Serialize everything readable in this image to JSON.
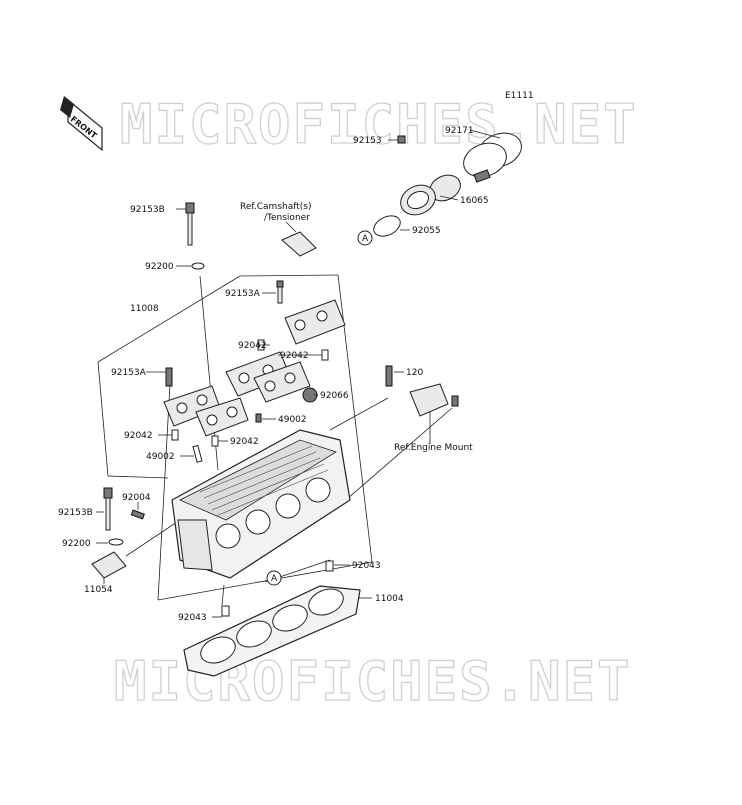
{
  "diagram": {
    "code": "E1111",
    "front_label": "FRONT",
    "watermark": "MICROFICHES.NET",
    "refs": {
      "camshaft": "Ref.Camshaft(s)",
      "tensioner": "/Tensioner",
      "engine_mount": "Ref.Engine Mount",
      "circle_a": "A"
    },
    "labels": {
      "p92153_top": "92153",
      "p92171": "92171",
      "p16065": "16065",
      "p92055": "92055",
      "p92153B_top": "92153B",
      "p92200_top": "92200",
      "p92153A_mid": "92153A",
      "p11008": "11008",
      "p92042_a": "92042",
      "p92042_b": "92042",
      "p92153A_left": "92153A",
      "p120": "120",
      "p92066": "92066",
      "p49002_r": "49002",
      "p92042_c": "92042",
      "p92042_d": "92042",
      "p49002_l": "49002",
      "p92004": "92004",
      "p92153B_bot": "92153B",
      "p92200_bot": "92200",
      "p11054": "11054",
      "p92043_r": "92043",
      "p11004": "11004",
      "p92043_l": "92043"
    }
  }
}
